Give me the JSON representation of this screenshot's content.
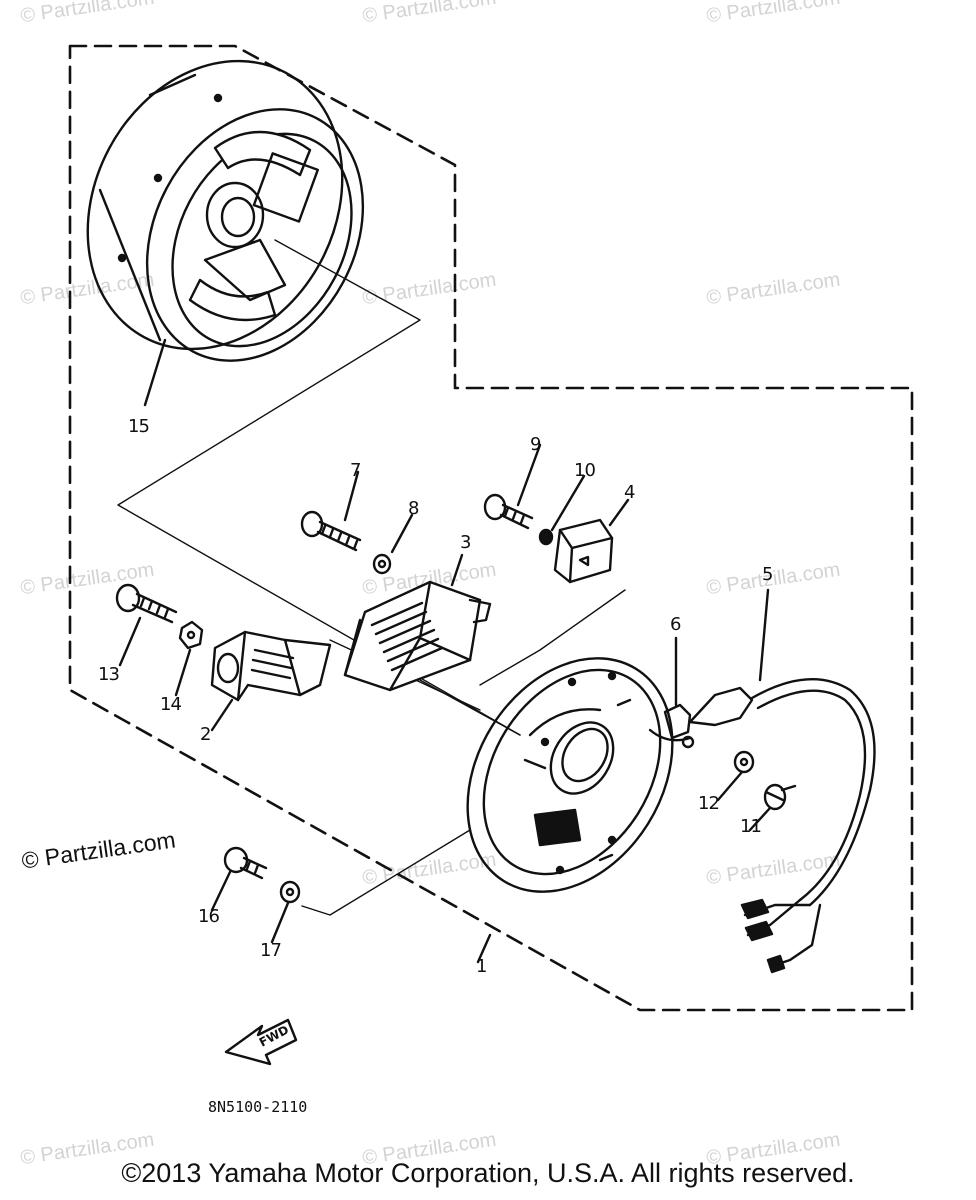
{
  "watermark": "© Partzilla.com",
  "watermark_feature": "© Partzilla.com",
  "drawing_code": "8N5100-2110",
  "copyright": "©2013 Yamaha Motor Corporation, U.S.A. All rights reserved.",
  "fwd_arrow_label": "FWD",
  "callouts": {
    "c1": "1",
    "c2": "2",
    "c3": "3",
    "c4": "4",
    "c5": "5",
    "c6": "6",
    "c7": "7",
    "c8": "8",
    "c9": "9",
    "c10": "10",
    "c11": "11",
    "c12": "12",
    "c13": "13",
    "c14": "14",
    "c15": "15",
    "c16": "16",
    "c17": "17"
  },
  "colors": {
    "line": "#111111",
    "watermark": "#d3d3d3",
    "background": "#ffffff"
  }
}
